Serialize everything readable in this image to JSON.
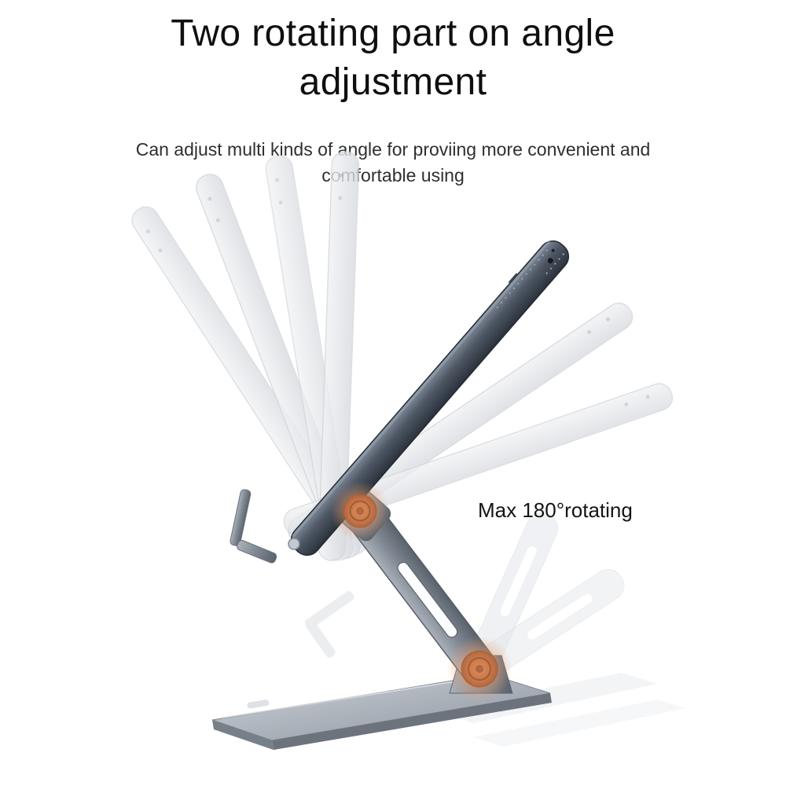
{
  "header": {
    "title_line1": "Two rotating part on angle",
    "title_line2": "adjustment",
    "subtitle_line1": "Can adjust multi kinds of angle for proviing more convenient and",
    "subtitle_line2": "comfortable using"
  },
  "annotation": {
    "max_rotation_label": "Max 180°rotating"
  },
  "illustration": {
    "subject": "foldable tablet stand with two rotating joints, shown with ghosted tablet and arm positions fanning through the rotation range",
    "colors": {
      "title_text": "#0f0f0f",
      "subtitle_text": "#2f2f2f",
      "annotation_text": "#141414",
      "tablet_dark": "#39414d",
      "ghost_gray": "#e7eaee",
      "stand_gray": "#7e8691",
      "base_gray": "#aab1ba",
      "joint_orange": "#c97647",
      "joint_glow": "#eda06e",
      "background": "#ffffff"
    }
  }
}
